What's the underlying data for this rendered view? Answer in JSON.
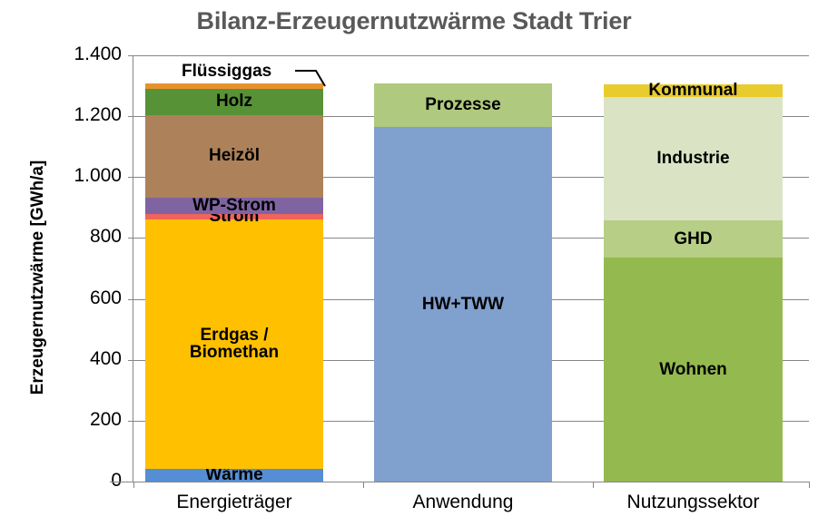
{
  "chart_data": {
    "type": "bar",
    "title": "Bilanz-Erzeugernutzwärme Stadt Trier",
    "subtitle": "",
    "xlabel": "",
    "ylabel": "Erzeugernutzwärme [GWh/a]",
    "ylim": [
      0,
      1400
    ],
    "ytick_step": 200,
    "ytick_labels": [
      "0",
      "200",
      "400",
      "600",
      "800",
      "1.000",
      "1.200",
      "1.400"
    ],
    "ytick_values": [
      0,
      200,
      400,
      600,
      800,
      1000,
      1200,
      1400
    ],
    "grid": "horizontal",
    "legend": "none (segments labelled in place)",
    "stacked": true,
    "categories": [
      "Energieträger",
      "Anwendung",
      "Nutzungssektor"
    ],
    "bars": [
      {
        "category": "Energieträger",
        "total": 1308,
        "segments": [
          {
            "name": "Wärme",
            "label": "Wärme",
            "value": 42,
            "color": "#558ED5",
            "label_inside": true,
            "label_color": "#000000"
          },
          {
            "name": "Erdgas / Biomethan",
            "label": "Erdgas /\nBiomethan",
            "value": 819,
            "color": "#FFC000",
            "label_inside": true,
            "label_color": "#000000"
          },
          {
            "name": "Strom",
            "label": "Strom",
            "value": 18,
            "color": "#F2645A",
            "label_inside": true,
            "label_color": "#000000"
          },
          {
            "name": "WP-Strom",
            "label": "WP-Strom",
            "value": 54,
            "color": "#8064A2",
            "label_inside": true,
            "label_color": "#000000"
          },
          {
            "name": "Heizöl",
            "label": "Heizöl",
            "value": 271,
            "color": "#AD8159",
            "label_inside": true,
            "label_color": "#000000"
          },
          {
            "name": "Holz",
            "label": "Holz",
            "value": 86,
            "color": "#589237",
            "label_inside": true,
            "label_color": "#000000"
          },
          {
            "name": "Flüssiggas",
            "label": "Flüssiggas",
            "value": 18,
            "color": "#E8922E",
            "label_inside": false,
            "label_color": "#000000"
          }
        ]
      },
      {
        "category": "Anwendung",
        "total": 1307,
        "segments": [
          {
            "name": "HW+TWW",
            "label": "HW+TWW",
            "value": 1164,
            "color": "#80A0CE",
            "label_inside": true,
            "label_color": "#000000"
          },
          {
            "name": "Prozesse",
            "label": "Prozesse",
            "value": 143,
            "color": "#AFC97E",
            "label_inside": true,
            "label_color": "#000000"
          }
        ]
      },
      {
        "category": "Nutzungssektor",
        "total": 1304,
        "segments": [
          {
            "name": "Wohnen",
            "label": "Wohnen",
            "value": 735,
            "color": "#94B94F",
            "label_inside": true,
            "label_color": "#000000"
          },
          {
            "name": "GHD",
            "label": "GHD",
            "value": 122,
            "color": "#B6CE85",
            "label_inside": true,
            "label_color": "#000000"
          },
          {
            "name": "Industrie",
            "label": "Industrie",
            "value": 405,
            "color": "#DAE4C4",
            "label_inside": true,
            "label_color": "#000000"
          },
          {
            "name": "Kommunal",
            "label": "Kommunal",
            "value": 42,
            "color": "#E8CC2E",
            "label_inside": true,
            "label_color": "#000000"
          }
        ]
      }
    ],
    "annotations": [
      {
        "name": "fluessiggas-callout",
        "text": "Flüssiggas",
        "points_to": "Flüssiggas segment of Energieträger bar"
      }
    ],
    "colors": {
      "title": "#595959",
      "axis": "#868686",
      "grid": "#868686",
      "text": "#000000",
      "background": "#FFFFFF"
    }
  }
}
